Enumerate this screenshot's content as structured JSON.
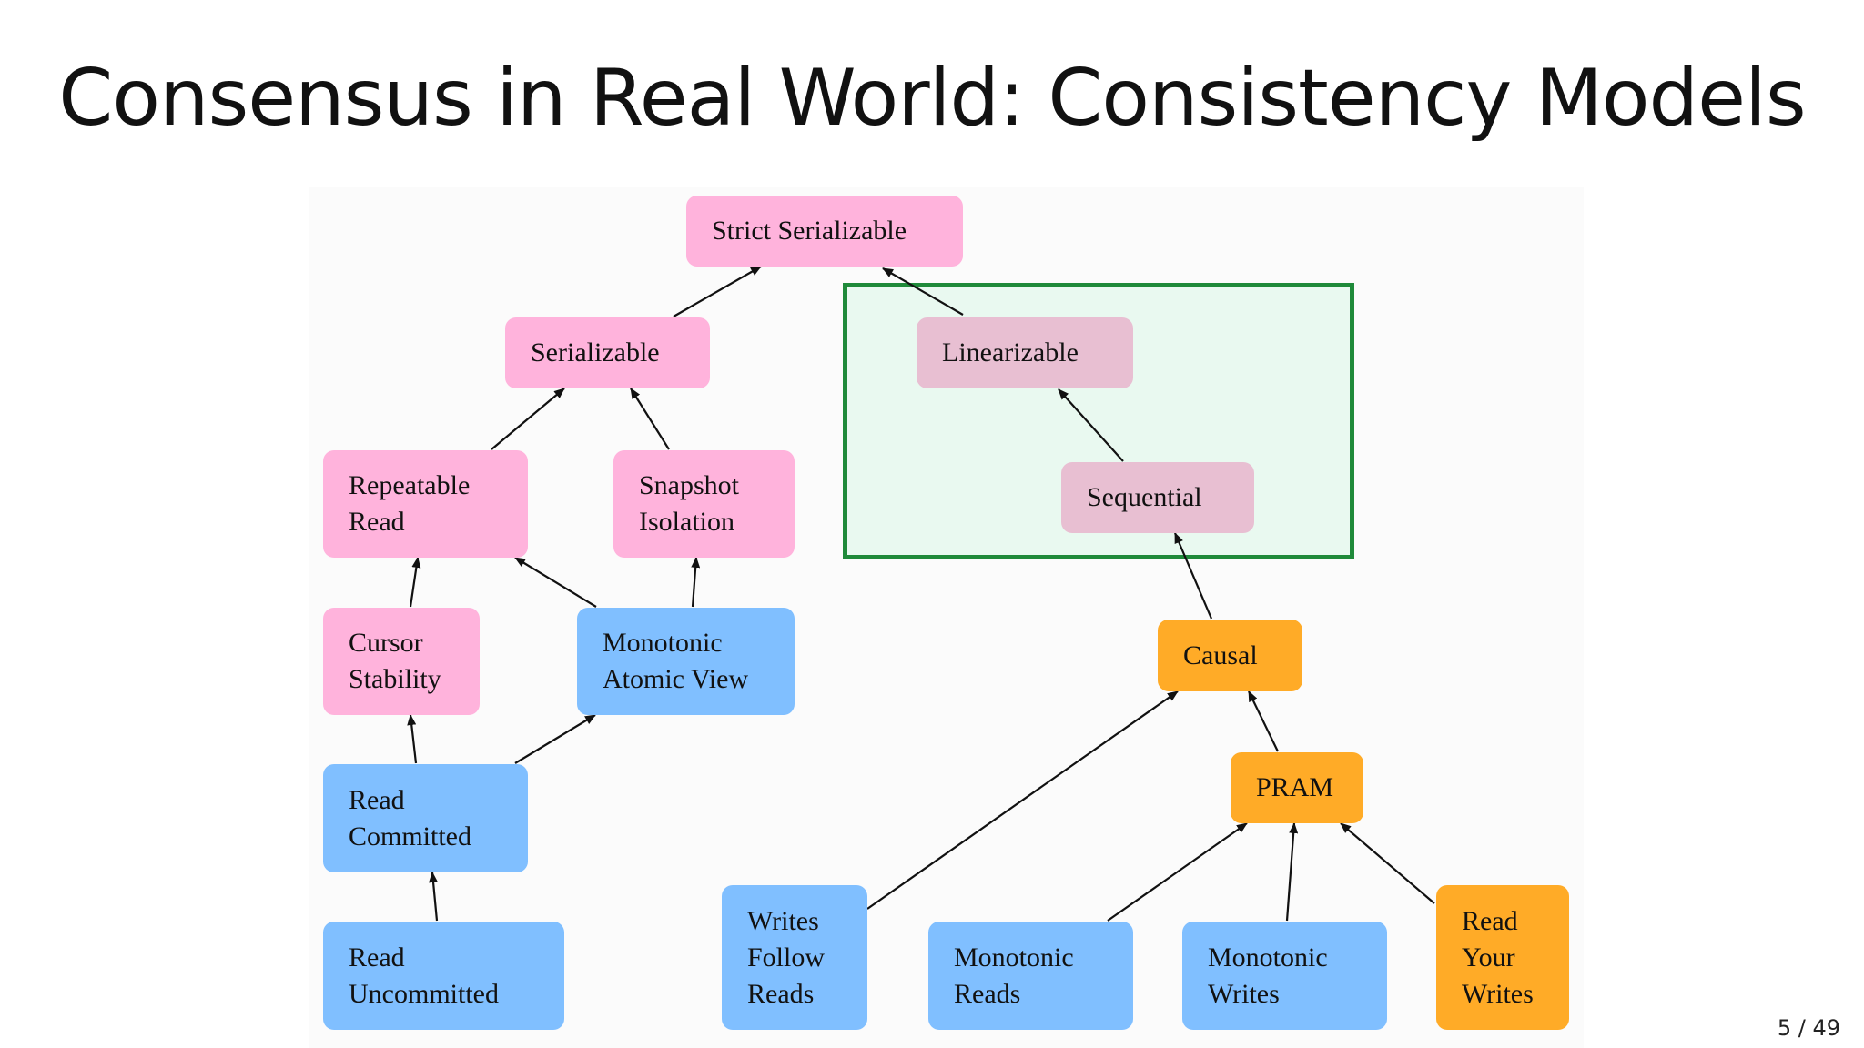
{
  "title": "Consensus in Real World: Consistency Models",
  "page_number": "5 / 49",
  "colors": {
    "strong_pink": "#ffb3dc",
    "highlighted_pink": "#e8bfd2",
    "blue": "#80bfff",
    "orange": "#ffab27",
    "highlight_border": "#1f8a3a",
    "highlight_fill": "#e9f9f0"
  },
  "nodes": {
    "strict_serializable": [
      "Strict Serializable"
    ],
    "serializable": [
      "Serializable"
    ],
    "linearizable": [
      "Linearizable"
    ],
    "repeatable_read": [
      "Repeatable",
      "Read"
    ],
    "snapshot_isolation": [
      "Snapshot",
      "Isolation"
    ],
    "sequential": [
      "Sequential"
    ],
    "cursor_stability": [
      "Cursor",
      "Stability"
    ],
    "monotonic_atomic_view": [
      "Monotonic",
      "Atomic View"
    ],
    "causal": [
      "Causal"
    ],
    "read_committed": [
      "Read",
      "Committed"
    ],
    "pram": [
      "PRAM"
    ],
    "read_uncommitted": [
      "Read",
      "Uncommitted"
    ],
    "writes_follow_reads": [
      "Writes",
      "Follow",
      "Reads"
    ],
    "monotonic_reads": [
      "Monotonic",
      "Reads"
    ],
    "monotonic_writes": [
      "Monotonic",
      "Writes"
    ],
    "read_your_writes": [
      "Read",
      "Your",
      "Writes"
    ]
  }
}
